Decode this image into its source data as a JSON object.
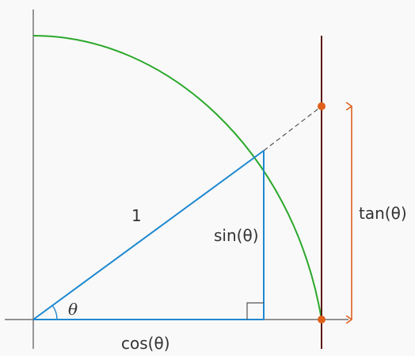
{
  "labels": {
    "hypotenuse": "1",
    "sin": "sin(θ)",
    "cos": "cos(θ)",
    "tan": "tan(θ)",
    "angle": "θ"
  },
  "colors": {
    "axis": "#555555",
    "arc": "#2aa82a",
    "triangle": "#1e88d0",
    "tangent_line": "#5a1a14",
    "tan_marker": "#e06020",
    "dash": "#555555",
    "point": "#e0601a"
  }
}
